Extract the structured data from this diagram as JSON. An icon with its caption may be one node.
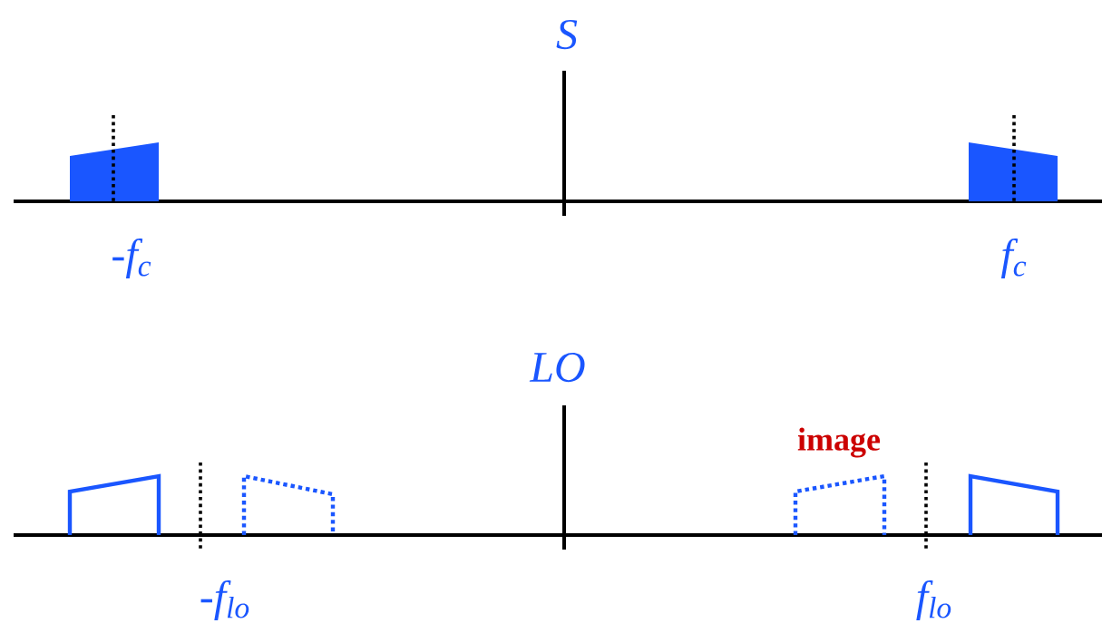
{
  "diagram": {
    "labels": [
      "S",
      "-f$_{c}$",
      "f$_{c}$",
      "LO",
      "image",
      "-f$_{lo}$",
      "f$_{lo}$"
    ]
  }
}
